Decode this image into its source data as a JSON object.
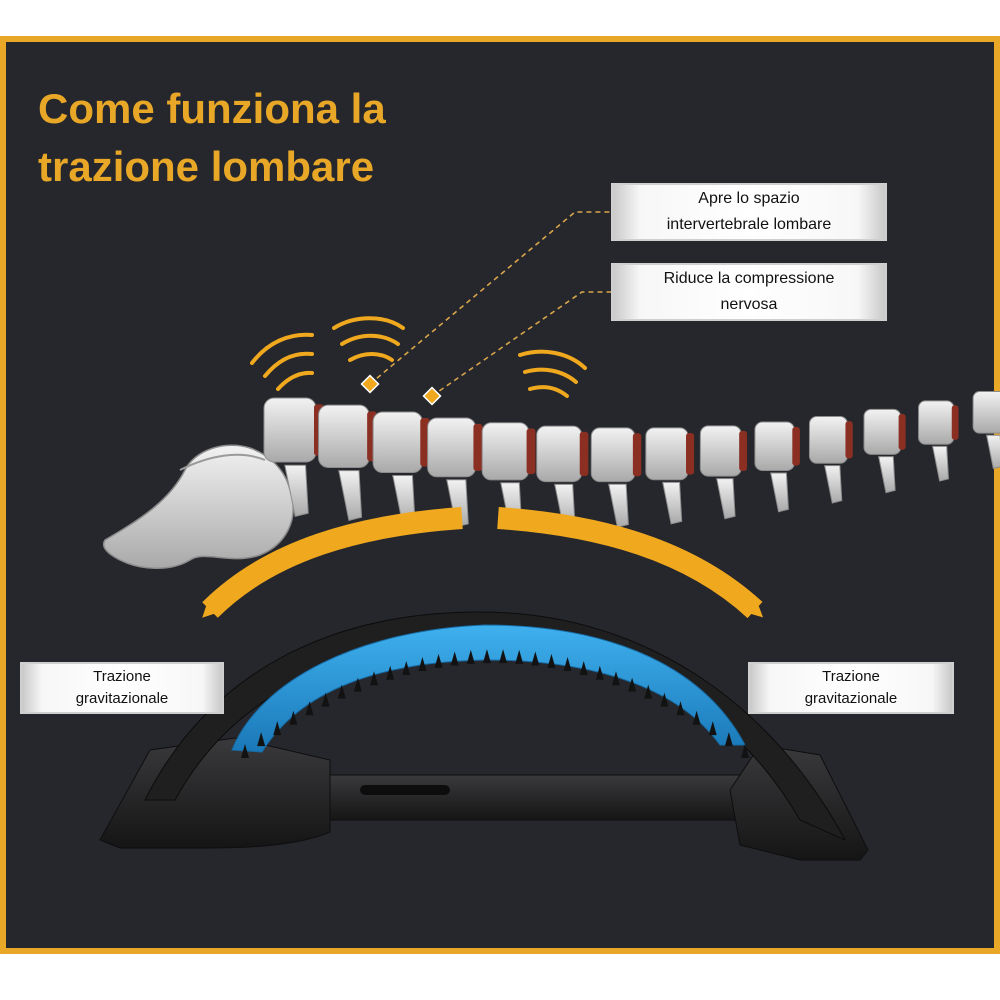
{
  "title": {
    "line1": "Come funziona la",
    "line2": "trazione lombare"
  },
  "callouts": {
    "top": {
      "line1": "Apre lo spazio",
      "line2": "intervertebrale lombare"
    },
    "middle": {
      "line1": "Riduce la compressione",
      "line2": "nervosa"
    },
    "left": {
      "line1": "Trazione",
      "line2": "gravitazionale"
    },
    "right": {
      "line1": "Trazione",
      "line2": "gravitazionale"
    }
  },
  "colors": {
    "frame": "#e9a727",
    "background": "#25272c",
    "title": "#e9a727",
    "arrow": "#f0a81e",
    "disc": "#8a2f22",
    "bone": "#e6e6e6",
    "stretcher_blue": "#2c9bd8",
    "stretcher_base": "#262627"
  },
  "icons": [
    "spine-illustration",
    "vibration-wave-icon",
    "curved-arrow-left-icon",
    "curved-arrow-right-icon",
    "back-stretcher-illustration"
  ]
}
